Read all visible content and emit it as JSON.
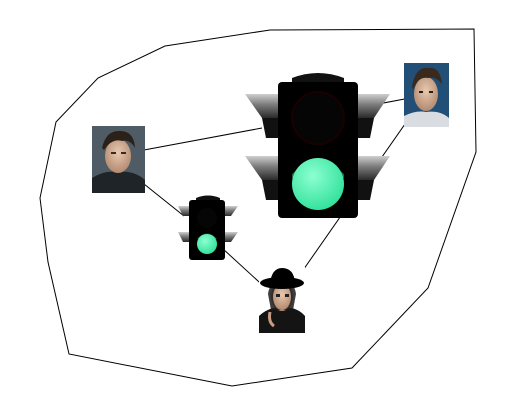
{
  "diagram": {
    "background": "#ffffff",
    "line_color": "#000000",
    "lamp_on_color": "#3ef0a6",
    "light_body_color": "#000000",
    "hood_color": "#8d8d8d",
    "nodes": [
      {
        "id": "person-left",
        "kind": "photo",
        "description_icon": "man-portrait-icon"
      },
      {
        "id": "person-top-right",
        "kind": "photo",
        "description_icon": "man-portrait-icon"
      },
      {
        "id": "person-bottom",
        "kind": "photo",
        "description_icon": "woman-hat-portrait-icon"
      },
      {
        "id": "traffic-light-large",
        "kind": "traffic-light",
        "state": "green"
      },
      {
        "id": "traffic-light-small",
        "kind": "traffic-light",
        "state": "green"
      }
    ],
    "edges": [
      {
        "from": "person-left",
        "to": "traffic-light-large"
      },
      {
        "from": "person-left",
        "to": "traffic-light-small"
      },
      {
        "from": "traffic-light-small",
        "to": "person-bottom"
      },
      {
        "from": "person-bottom",
        "to": "person-top-right"
      },
      {
        "from": "traffic-light-large",
        "to": "person-top-right"
      }
    ]
  }
}
